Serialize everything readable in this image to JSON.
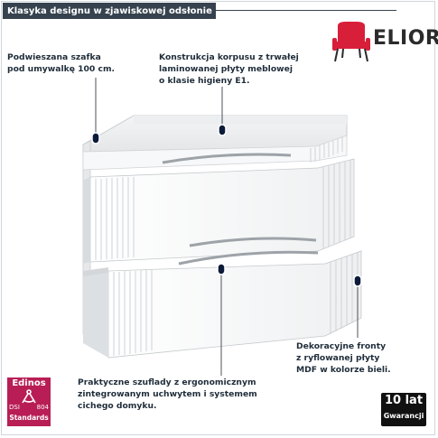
{
  "header": {
    "title": "Klasyka designu w zjawiskowej odsłonie"
  },
  "brand": {
    "name": "ELIOR",
    "logo_icon": "armchair-icon",
    "accent": "#d81f3a"
  },
  "annotations": {
    "a1": {
      "line1": "Podwieszana szafka",
      "line2": "pod umywalkę 100 cm."
    },
    "a2": {
      "line1": "Konstrukcja korpusu z trwałej",
      "line2": "laminowanej płyty meblowej",
      "line3": "o klasie higieny E1."
    },
    "a3": {
      "line1": "Dekoracyjne fronty",
      "line2": "z ryflowanej płyty",
      "line3": "MDF w kolorze bieli."
    },
    "a4": {
      "line1": "Praktyczne szuflady z ergonomicznym",
      "line2": "zintegrowanym uchwytem i systemem",
      "line3": "cichego domyku."
    }
  },
  "badges": {
    "edinos": {
      "title": "Edinos",
      "dsi": "DSI",
      "num": "804",
      "standards": "Standards",
      "color": "#b81e55"
    },
    "warranty": {
      "top": "10 lat",
      "bottom": "Gwarancji"
    }
  },
  "colors": {
    "dark_bar": "#36434f",
    "dot": "#0d1b3a",
    "cabinet": "#ffffff"
  }
}
